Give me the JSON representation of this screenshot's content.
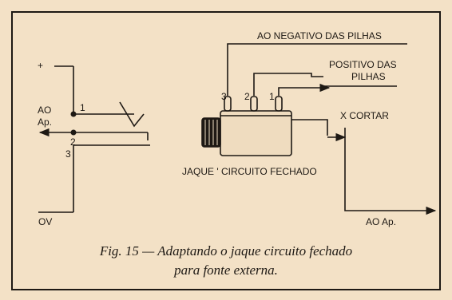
{
  "colors": {
    "paper": "#f3e1c6",
    "ink": "#1e1914"
  },
  "diagram": {
    "left": {
      "plus": "+",
      "ao": "AO",
      "ap": "Ap.",
      "pin1": "1",
      "pin2": "2",
      "pin3": "3",
      "ov": "OV"
    },
    "right": {
      "negative": "AO NEGATIVO DAS PILHAS",
      "positive_line1": "POSITIVO DAS",
      "positive_line2": "PILHAS",
      "cut": "X CORTAR",
      "to_ap": "AO  Ap.",
      "pin3": "3",
      "pin2": "2",
      "pin1": "1",
      "jack_label": "JAQUE ' CIRCUITO FECHADO"
    }
  },
  "caption": {
    "line1": "Fig. 15 — Adaptando o jaque circuito fechado",
    "line2": "para fonte externa."
  }
}
